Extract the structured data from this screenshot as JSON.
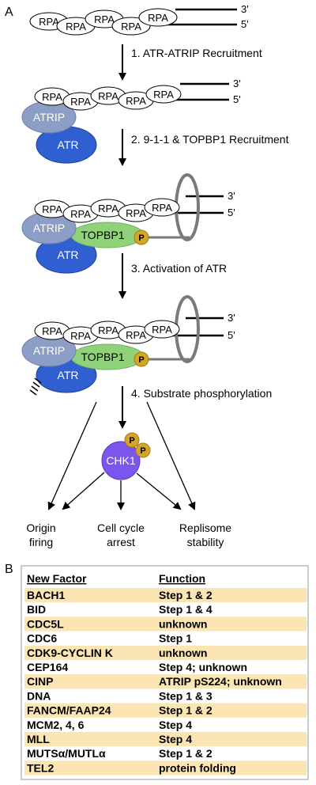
{
  "panel_a": {
    "letter": "A",
    "steps": [
      "1. ATR-ATRIP Recruitment",
      "2. 9-1-1 & TOPBP1 Recruitment",
      "3. Activation of ATR",
      "4. Substrate phosphorylation"
    ],
    "labels": {
      "rpa": "RPA",
      "three_prime": "3'",
      "five_prime": "5'",
      "atrip": "ATRIP",
      "atr": "ATR",
      "topbp1": "TOPBP1",
      "p": "P",
      "chk1": "CHK1"
    },
    "outcomes": [
      {
        "line1": "Origin",
        "line2": "firing"
      },
      {
        "line1": "Cell cycle",
        "line2": "arrest"
      },
      {
        "line1": "Replisome",
        "line2": "stability"
      }
    ],
    "colors": {
      "atrip": "#8c9dc6",
      "atr": "#2f5fd0",
      "topbp1": "#8fd27a",
      "phospho": "#d4a628",
      "chk1": "#7a55ee",
      "clamp": "#7a7a7a"
    }
  },
  "panel_b": {
    "letter": "B",
    "headers": [
      "New Factor",
      "Function"
    ],
    "rows": [
      {
        "factor": "BACH1",
        "function": "Step 1 & 2",
        "shaded": true
      },
      {
        "factor": "BID",
        "function": "Step 1 & 4",
        "shaded": false
      },
      {
        "factor": "CDC5L",
        "function": "unknown",
        "shaded": true
      },
      {
        "factor": "CDC6",
        "function": "Step 1",
        "shaded": false
      },
      {
        "factor": "CDK9-CYCLIN K",
        "function": "unknown",
        "shaded": true
      },
      {
        "factor": "CEP164",
        "function": "Step 4; unknown",
        "shaded": false
      },
      {
        "factor": "CINP",
        "function": "ATRIP pS224; unknown",
        "shaded": true
      },
      {
        "factor": "DNA",
        "function": "Step 1 & 3",
        "shaded": false
      },
      {
        "factor": "FANCM/FAAP24",
        "function": "Step 1 & 2",
        "shaded": true
      },
      {
        "factor": "MCM2, 4, 6",
        "function": "Step 4",
        "shaded": false
      },
      {
        "factor": "MLL",
        "function": "Step 4",
        "shaded": true
      },
      {
        "factor": "MUTSα/MUTLα",
        "function": "Step 1 & 2",
        "shaded": false
      },
      {
        "factor": "TEL2",
        "function": "protein folding",
        "shaded": true
      }
    ],
    "colors": {
      "row_shade": "#fbe6b3",
      "border": "#9a9a9a"
    }
  }
}
